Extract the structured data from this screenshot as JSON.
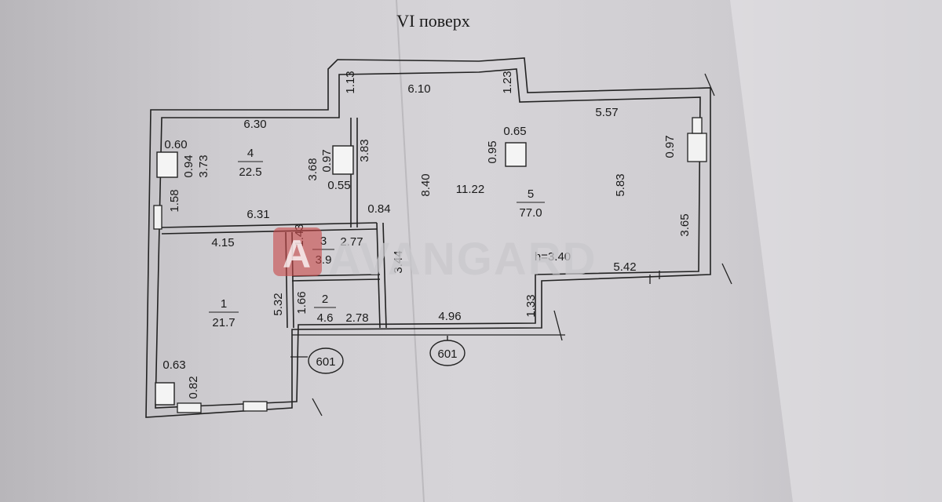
{
  "floor_title": "VI поверх",
  "watermark": {
    "logo": "A",
    "text": "AVANGARD",
    "color": "#c84848"
  },
  "rooms": [
    {
      "number": "1",
      "area": "21.7"
    },
    {
      "number": "2",
      "area": "4.6"
    },
    {
      "number": "3",
      "area": "3.9"
    },
    {
      "number": "4",
      "area": "22.5"
    },
    {
      "number": "5",
      "area": "77.0"
    }
  ],
  "ceiling_height": "h=3.40",
  "axis_marks": [
    "601",
    "601"
  ],
  "dimensions": {
    "d_610": "6.10",
    "d_113": "1.13",
    "d_123": "1.23",
    "d_557": "5.57",
    "d_630": "6.30",
    "d_060": "0.60",
    "d_094": "0.94",
    "d_373": "3.73",
    "d_368": "3.68",
    "d_097a": "0.97",
    "d_383": "3.83",
    "d_055": "0.55",
    "d_065": "0.65",
    "d_095": "0.95",
    "d_097b": "0.97",
    "d_158": "1.58",
    "d_631": "6.31",
    "d_084": "0.84",
    "d_840": "8.40",
    "d_1122": "11.22",
    "d_583": "5.83",
    "d_365": "3.65",
    "d_415": "4.15",
    "d_143": "1.43",
    "d_277": "2.77",
    "d_344": "3.44",
    "d_542": "5.42",
    "d_532": "5.32",
    "d_166": "1.66",
    "d_278": "2.78",
    "d_133": "1.33",
    "d_496": "4.96",
    "d_063": "0.63",
    "d_082": "0.82"
  }
}
